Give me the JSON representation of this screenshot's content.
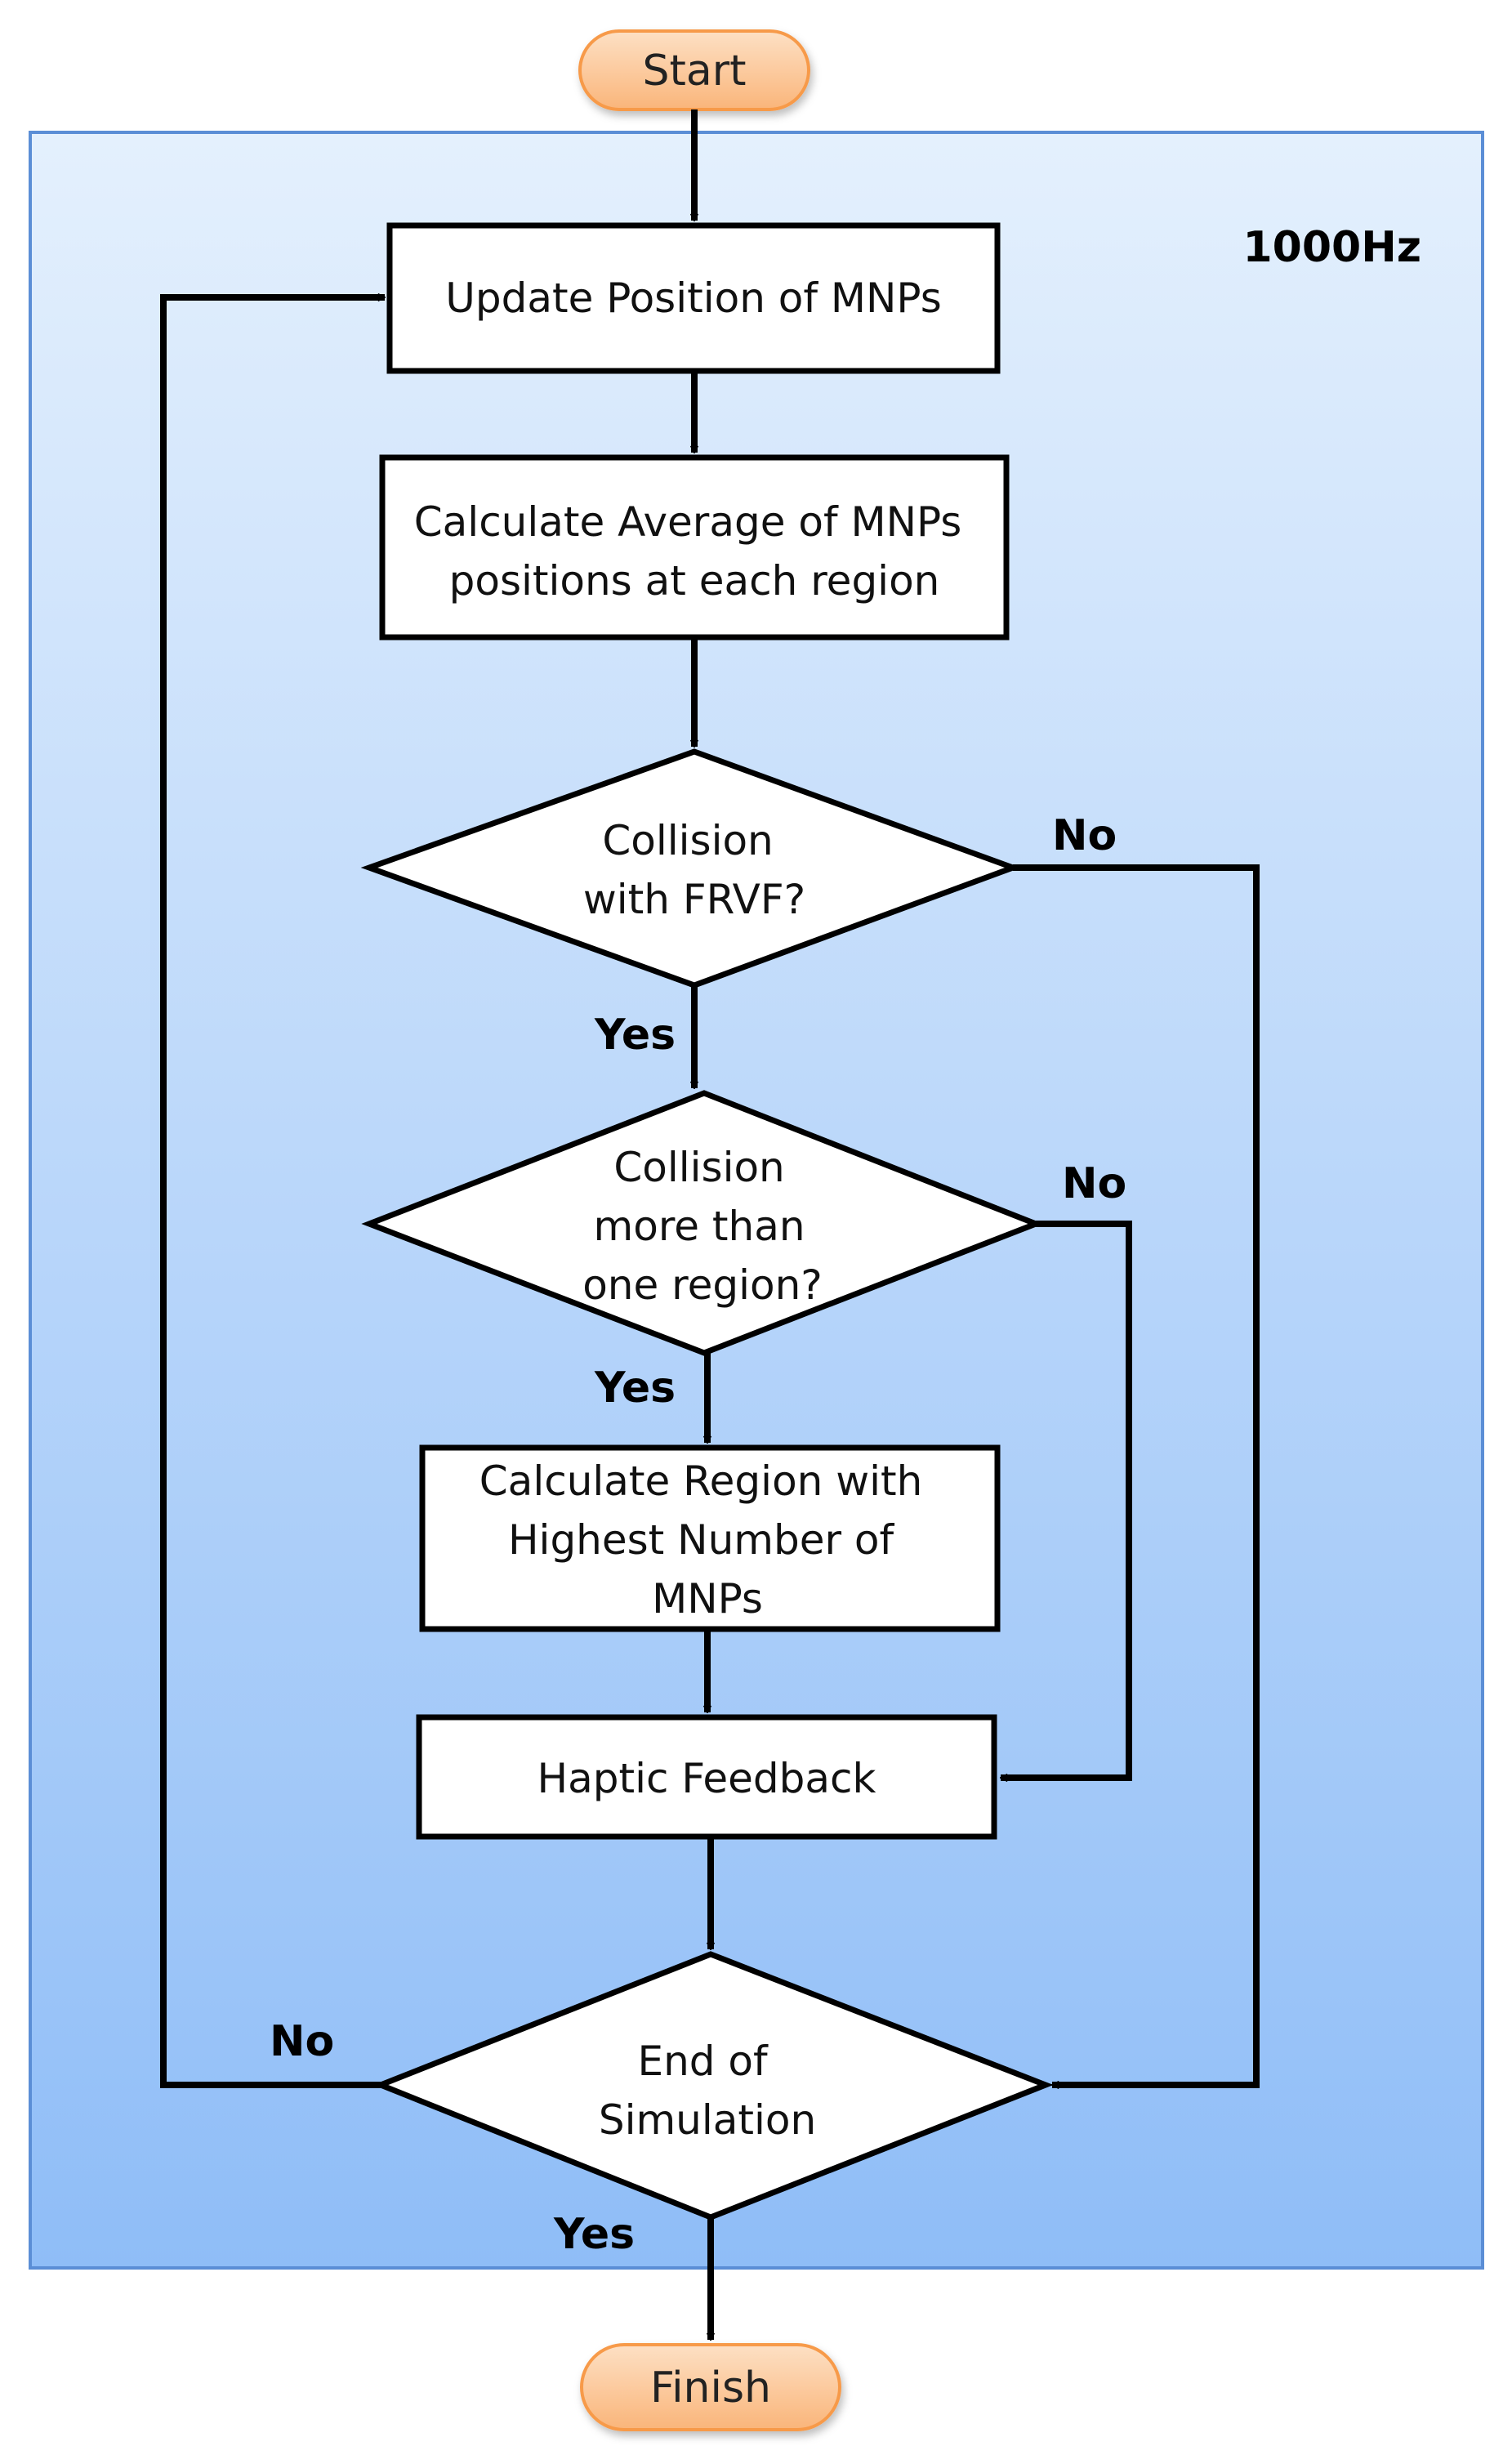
{
  "start": {
    "label": "Start"
  },
  "finish": {
    "label": "Finish"
  },
  "loop_frequency": "1000Hz",
  "steps": {
    "update_position": {
      "lines": [
        "Update Position of MNPs"
      ]
    },
    "calculate_average": {
      "lines": [
        "Calculate Average of MNPs",
        "positions at each region"
      ]
    },
    "calculate_region": {
      "lines": [
        "Calculate Region with",
        "Highest Number of",
        "MNPs"
      ]
    },
    "haptic_feedback": {
      "lines": [
        "Haptic Feedback"
      ]
    }
  },
  "decisions": {
    "collision_frvf": {
      "lines": [
        "Collision",
        "with FRVF?"
      ]
    },
    "collision_regions": {
      "lines": [
        "Collision",
        "more than",
        "one region?"
      ]
    },
    "end_simulation": {
      "lines": [
        "End of",
        "Simulation"
      ]
    }
  },
  "edge_labels": {
    "frvf_yes": "Yes",
    "frvf_no": "No",
    "regions_yes": "Yes",
    "regions_no": "No",
    "end_yes": "Yes",
    "end_no": "No"
  },
  "colors": {
    "panel_top": "#e4f0fd",
    "panel_bottom": "#8fbdf7",
    "panel_border": "#5b8ed6",
    "terminal_fill": "#fcc593",
    "terminal_border": "#f79a4a",
    "line": "#000000"
  }
}
